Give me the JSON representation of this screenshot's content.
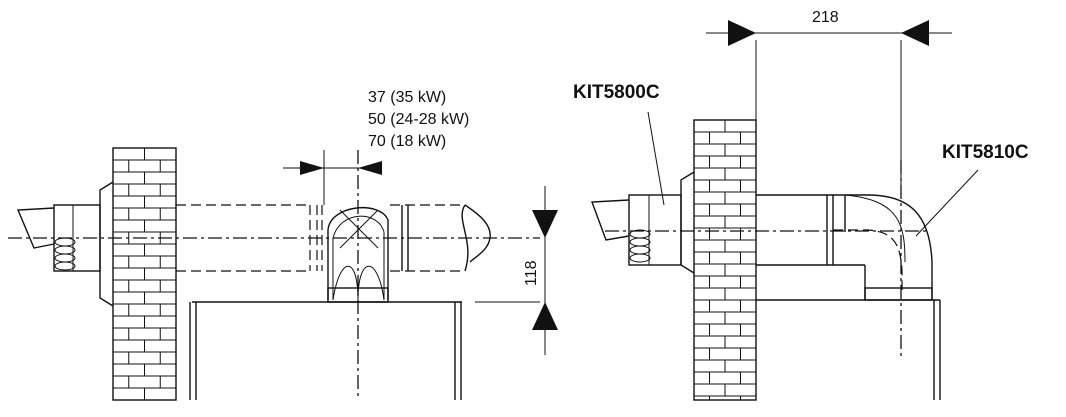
{
  "labels": {
    "offset_35kw": "37 (35 kW)",
    "offset_24_28kw": "50 (24-28 kW)",
    "offset_18kw": "70 (18 kW)",
    "height_dim": "118",
    "width_dim": "218",
    "kit_straight": "KIT5800C",
    "kit_elbow": "KIT5810C"
  }
}
